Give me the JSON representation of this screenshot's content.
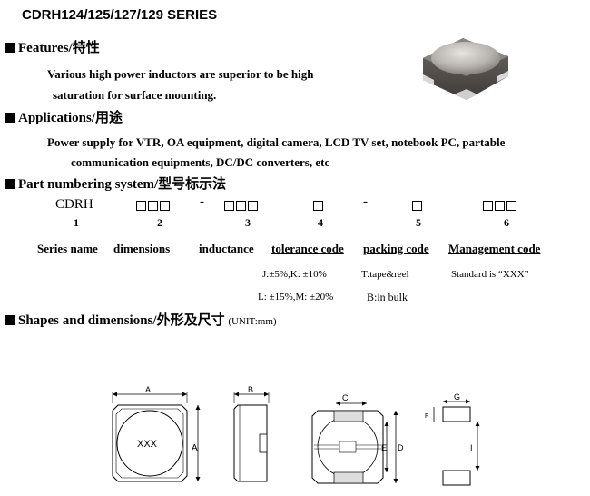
{
  "title": "CDRH124/125/127/129 SERIES",
  "sections": {
    "features": "Features/特性",
    "applications": "Applications/用途",
    "part_numbering": "Part numbering system/型号标示法",
    "shapes": "Shapes and dimensions/外形及尺寸",
    "shapes_unit": "(UNIT:mm)"
  },
  "features_text": [
    "Various high power inductors are superior to be high",
    "saturation for surface mounting."
  ],
  "applications_text": [
    "Power supply for VTR, OA equipment, digital camera, LCD TV set, notebook PC, partable",
    "communication equipments, DC/DC converters, etc"
  ],
  "part_number": {
    "prefix": "CDRH",
    "dash": "-",
    "numbers": [
      "1",
      "2",
      "3",
      "4",
      "5",
      "6"
    ],
    "labels": [
      "Series name",
      "dimensions",
      "inductance",
      "tolerance code",
      "packing code",
      "Management code"
    ],
    "notes": {
      "tolerance_1": "J:±5%,K: ±10%",
      "tolerance_2": "L: ±15%,M: ±20%",
      "packing_1": "T:tape&reel",
      "packing_2": "B:in bulk",
      "management": "Standard is “XXX”"
    }
  },
  "drawing": {
    "marking": "XXX",
    "dims": [
      "A",
      "A",
      "B",
      "C",
      "D",
      "E",
      "F",
      "G",
      "I"
    ]
  }
}
